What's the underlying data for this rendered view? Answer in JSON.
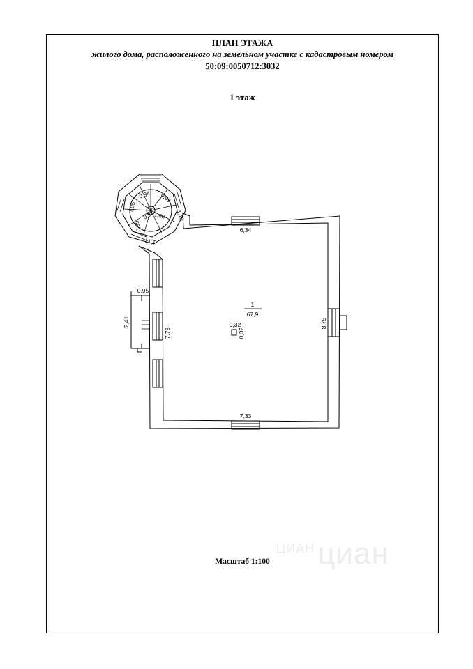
{
  "header": {
    "title": "ПЛАН ЭТАЖА",
    "subtitle": "жилого дома, расположенного на земельном участке с кадастровым номером",
    "cadastral_number": "50:09:0050712:3032"
  },
  "floor_label": "1 этаж",
  "room": {
    "number": "1",
    "area": "67,9"
  },
  "dimensions": {
    "top_wall": "6,34",
    "bottom_wall": "7,33",
    "right_wall": "8,75",
    "left_wall": "7,79",
    "porch_width": "0,95",
    "porch_length": "2,41",
    "column_w": "0,32",
    "column_h": "0,32"
  },
  "stair_dimensions": {
    "d1": "0,99",
    "d2": "1,18",
    "d3": "0,94",
    "d4": "1,05",
    "d5": "0,99",
    "d6": "1,60",
    "d7": "0,57",
    "d8": "1,14"
  },
  "scale_label": "Масштаб 1:100",
  "watermark": {
    "prefix": "ЦИАН",
    "text": "циан"
  },
  "colors": {
    "line": "#000000",
    "background": "#ffffff",
    "watermark": "#ececec"
  }
}
